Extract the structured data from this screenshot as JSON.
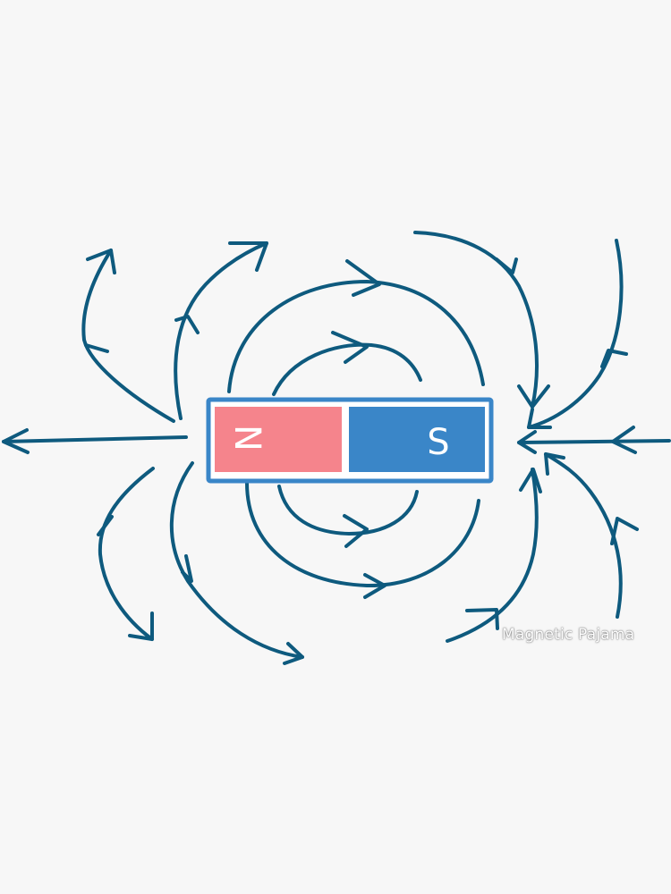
{
  "magnet": {
    "north_label": "N",
    "south_label": "S",
    "colors": {
      "north": "#f5848c",
      "south": "#3a86c8",
      "outline": "#3a86c8",
      "field_line": "#0e5a7e",
      "background": "#f7f7f7"
    }
  },
  "watermark": {
    "text": "Magnetic Pajama"
  }
}
